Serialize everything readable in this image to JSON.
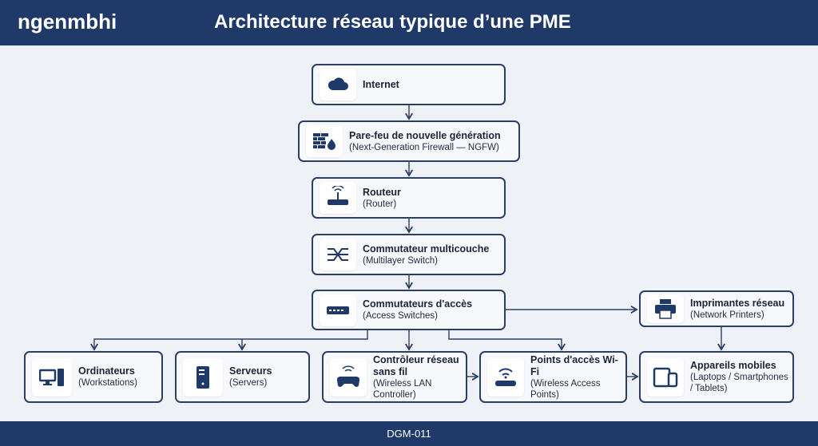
{
  "header": {
    "brand": "ngenmbhi",
    "title": "Architecture réseau typique d’une PME"
  },
  "footer": {
    "code": "DGM-011"
  },
  "nodes": {
    "internet": {
      "title": "Internet"
    },
    "firewall": {
      "title": "Pare-feu de nouvelle génération",
      "subtitle": "(Next-Generation Firewall — NGFW)"
    },
    "router": {
      "title": "Routeur",
      "subtitle": "(Router)"
    },
    "core": {
      "title": "Commutateur multicouche",
      "subtitle": "(Multilayer Switch)"
    },
    "access": {
      "title": "Commutateurs d'accès",
      "subtitle": "(Access Switches)"
    },
    "printers": {
      "title": "Imprimantes réseau",
      "subtitle": "(Network Printers)"
    },
    "workstations": {
      "title": "Ordinateurs",
      "subtitle": "(Workstations)"
    },
    "servers": {
      "title": "Serveurs",
      "subtitle": "(Servers)"
    },
    "wlc": {
      "title": "Contrôleur réseau sans fil",
      "subtitle": "(Wireless LAN Controller)"
    },
    "wifi": {
      "title": "Points d'accès Wi-Fi",
      "subtitle": "(Wireless Access Points)"
    },
    "mobiles": {
      "title": "Appareils mobiles",
      "subtitle": "(Laptops / Smartphones / Tablets)"
    }
  },
  "colors": {
    "header": "#1f3a68",
    "accent": "#2b3f63"
  }
}
